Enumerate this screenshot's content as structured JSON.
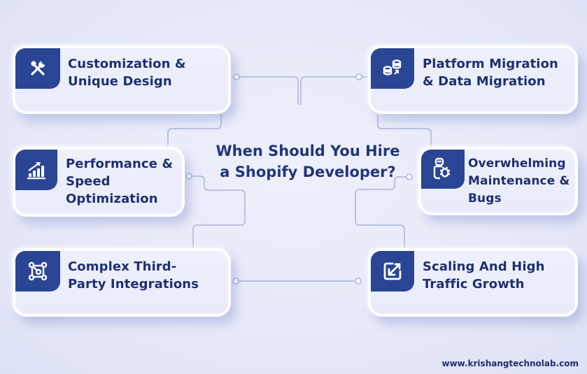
{
  "title": "When Should You Hire a Shopify Developer?",
  "title_lines": [
    "When Should You Hire",
    "a Shopify Developer?"
  ],
  "colors": {
    "background": "#e6e9f8",
    "card": "#eceefa",
    "icon_box": "#2a4593",
    "text": "#1f2f72",
    "connector": "#a9b4de"
  },
  "cards": [
    {
      "id": "customization",
      "icon": "tools-icon",
      "lines": [
        "Customization &",
        "Unique Design"
      ]
    },
    {
      "id": "migration",
      "icon": "database-transfer-icon",
      "lines": [
        "Platform Migration",
        "& Data Migration"
      ]
    },
    {
      "id": "performance",
      "icon": "bar-chart-growth-icon",
      "lines": [
        "Performance &",
        "Speed",
        "Optimization"
      ]
    },
    {
      "id": "maintenance",
      "icon": "lock-bug-icon",
      "lines": [
        "Overwhelming",
        "Maintenance &",
        "Bugs"
      ]
    },
    {
      "id": "integrations",
      "icon": "integration-nodes-icon",
      "lines": [
        "Complex Third-",
        "Party Integrations"
      ]
    },
    {
      "id": "scaling",
      "icon": "expand-arrow-icon",
      "lines": [
        "Scaling And High",
        "Traffic Growth"
      ]
    }
  ],
  "footer": {
    "url": "www.krishangtechnolab.com"
  }
}
